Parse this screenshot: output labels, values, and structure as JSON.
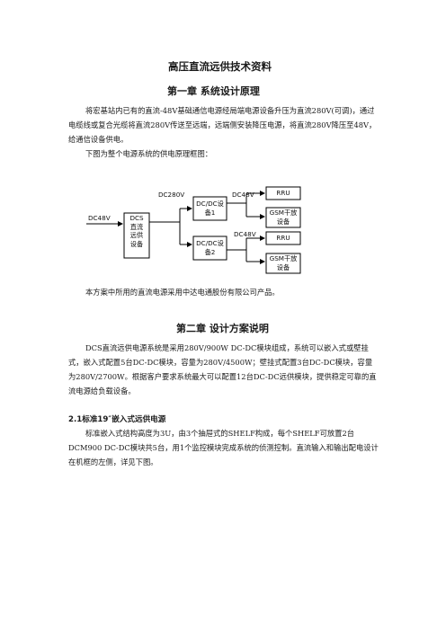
{
  "doc": {
    "title": "高压直流远供技术资料",
    "chapter1": {
      "heading": "第一章  系统设计原理",
      "para1": "将宏基站内已有的直流-48V基础通信电源经局端电源设备升压为直流280V(可调)，通过电缆线或复合光缆将直流280V传送至远端，远端侧安装降压电源，将直流280V降压至48V，给通信设备供电。",
      "para2": "下图为整个电源系统的供电原理框图：",
      "para3": "本方案中所用的直流电源采用中达电通股份有限公司产品。"
    },
    "diagram": {
      "input_label": "DC48V",
      "dc280_label": "DC280V",
      "dc48_top_label": "DC48V",
      "dc48_mid_label": "DC48V",
      "dcs_box": [
        "DCS",
        "直流",
        "远供",
        "设备"
      ],
      "dcdc1": [
        "DC/DC设",
        "备1"
      ],
      "dcdc2": [
        "DC/DC设",
        "备2"
      ],
      "rru1": "RRU",
      "rru2": "RRU",
      "gsm1": [
        "GSM干放",
        "设备"
      ],
      "gsm2": [
        "GSM干放",
        "设备"
      ]
    },
    "chapter2": {
      "heading": "第二章  设计方案说明",
      "para1": "DCS直流远供电源系统是采用280V/900W DC-DC模块组成，系统可以嵌入式或壁挂式，嵌入式配置5台DC-DC模块，容量为280V/4500W；壁挂式配置3台DC-DC模块，容量为280V/2700W。根据客户要求系统最大可以配置12台DC-DC远供模块，提供稳定可靠的直流电源给负载设备。",
      "section_heading": "2.1标准19″嵌入式远供电源",
      "para2": "标准嵌入式结构高度为3U，由3个抽屉式的SHELF构成，每个SHELF可放置2台DCM900 DC-DC模块共5台，用1个监控模块完成系统的侦测控制。直流输入和输出配电设计在机框的左侧，详见下图。"
    }
  }
}
